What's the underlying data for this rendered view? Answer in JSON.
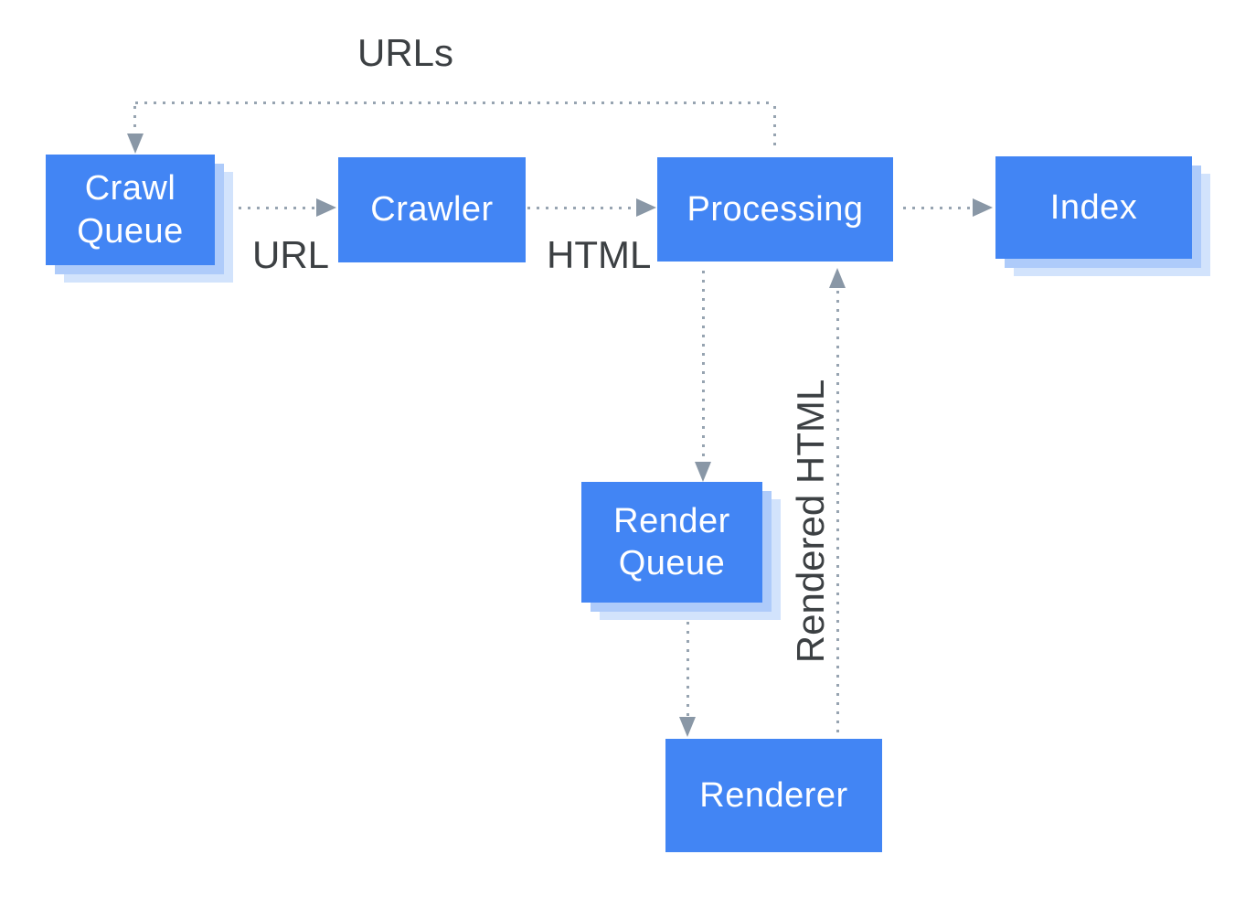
{
  "diagram": {
    "nodes": {
      "crawl_queue": {
        "label": "Crawl Queue",
        "stacked": true
      },
      "crawler": {
        "label": "Crawler",
        "stacked": false
      },
      "processing": {
        "label": "Processing",
        "stacked": false
      },
      "index": {
        "label": "Index",
        "stacked": true
      },
      "render_queue": {
        "label": "Render Queue",
        "stacked": true
      },
      "renderer": {
        "label": "Renderer",
        "stacked": false
      }
    },
    "edge_labels": {
      "urls": "URLs",
      "url": "URL",
      "html": "HTML",
      "rendered_html": "Rendered HTML"
    },
    "edges": [
      {
        "from": "crawl_queue",
        "to": "crawler",
        "label": "URL"
      },
      {
        "from": "crawler",
        "to": "processing",
        "label": "HTML"
      },
      {
        "from": "processing",
        "to": "index",
        "label": ""
      },
      {
        "from": "processing",
        "to": "crawl_queue",
        "label": "URLs"
      },
      {
        "from": "processing",
        "to": "render_queue",
        "label": ""
      },
      {
        "from": "render_queue",
        "to": "renderer",
        "label": ""
      },
      {
        "from": "renderer",
        "to": "processing",
        "label": "Rendered HTML"
      }
    ],
    "colors": {
      "node_fill": "#4285f4",
      "node_text": "#ffffff",
      "stack_shadow_1": "#aecbfa",
      "stack_shadow_2": "#d2e3fc",
      "connector": "#97a4b1",
      "arrowhead": "#8997a6",
      "label_text": "#3c4043",
      "background": "#ffffff"
    }
  }
}
